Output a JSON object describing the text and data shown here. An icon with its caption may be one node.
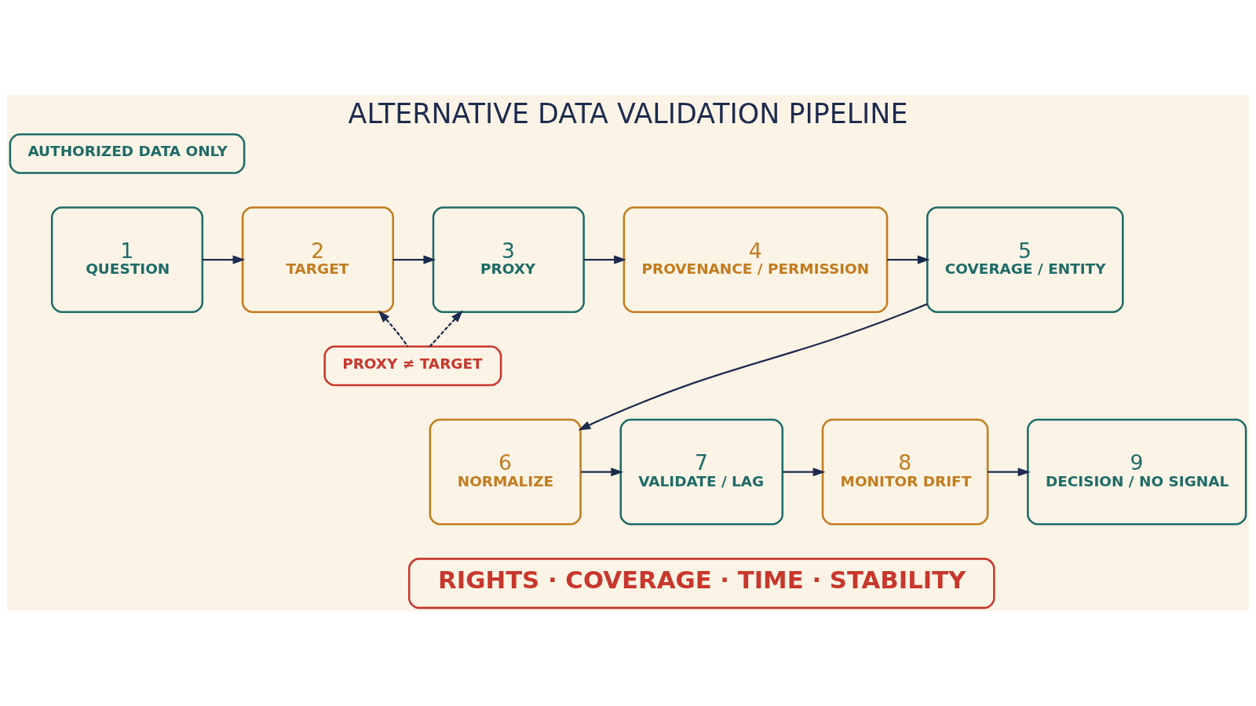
{
  "diagram": {
    "title": "ALTERNATIVE DATA VALIDATION PIPELINE",
    "nodes": [
      {
        "text": [
          "AUTHORIZED DATA ONLY"
        ]
      },
      {
        "text": [
          "1",
          "QUESTION"
        ]
      },
      {
        "text": [
          "2",
          "TARGET"
        ]
      },
      {
        "text": [
          "3",
          "PROXY"
        ]
      },
      {
        "text": [
          "4",
          "PROVENANCE / PERMISSION"
        ]
      },
      {
        "text": [
          "5",
          "COVERAGE / ENTITY"
        ]
      },
      {
        "text": [
          "PROXY ≠ TARGET"
        ]
      },
      {
        "text": [
          "6",
          "NORMALIZE"
        ]
      },
      {
        "text": [
          "7",
          "VALIDATE / LAG"
        ]
      },
      {
        "text": [
          "8",
          "MONITOR DRIFT"
        ]
      },
      {
        "text": [
          "9",
          "DECISION / NO SIGNAL"
        ]
      },
      {
        "text": [
          "RIGHTS · COVERAGE · TIME · STABILITY"
        ]
      }
    ],
    "edges": [
      {
        "from": 1,
        "to": 2,
        "arrow": "to"
      },
      {
        "from": 2,
        "to": 3,
        "arrow": "to"
      },
      {
        "from": 3,
        "to": 4,
        "arrow": "to"
      },
      {
        "from": 4,
        "to": 5,
        "arrow": "to"
      },
      {
        "from": 5,
        "to": 7,
        "arrow": "to"
      },
      {
        "from": 7,
        "to": 8,
        "arrow": "to"
      },
      {
        "from": 8,
        "to": 9,
        "arrow": "to"
      },
      {
        "from": 9,
        "to": 10,
        "arrow": "to"
      },
      {
        "from": 6,
        "to": 2,
        "arrow": "to",
        "style": "dashed"
      },
      {
        "from": 6,
        "to": 3,
        "arrow": "to",
        "style": "dashed"
      }
    ]
  }
}
